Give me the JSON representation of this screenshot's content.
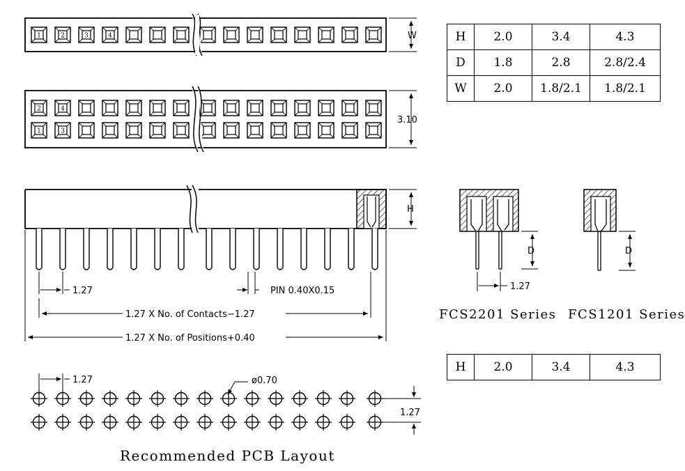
{
  "single_row_top": {
    "pin_numbers": [
      "1",
      "2",
      "3",
      "4"
    ],
    "dim_w": "W"
  },
  "dual_row_top": {
    "top_row_numbers": [
      "2",
      "4"
    ],
    "bottom_row_numbers": [
      "1",
      "3"
    ],
    "dim_height": "3.10"
  },
  "side_view": {
    "dim_h": "H",
    "pitch": "1.27",
    "pin_size": "PIN  0.40X0.15",
    "contacts_formula": "1.27  X  No.  of  Contacts−1.27",
    "positions_formula": "1.27  X  No.  of  Positions+0.40"
  },
  "series": {
    "dual_name": "FCS2201 Series",
    "single_name": "FCS1201 Series",
    "dim_d": "D",
    "pitch": "1.27"
  },
  "table_dual": {
    "rows": [
      {
        "label": "H",
        "values": [
          "2.0",
          "3.4",
          "4.3"
        ]
      },
      {
        "label": "D",
        "values": [
          "1.8",
          "2.8",
          "2.8/2.4"
        ]
      },
      {
        "label": "W",
        "values": [
          "2.0",
          "1.8/2.1",
          "1.8/2.1"
        ]
      }
    ]
  },
  "table_single": {
    "rows": [
      {
        "label": "H",
        "values": [
          "2.0",
          "3.4",
          "4.3"
        ]
      }
    ]
  },
  "pcb": {
    "pitch": "1.27",
    "hole": "ø0.70",
    "row_spacing": "1.27",
    "caption": "Recommended PCB Layout"
  }
}
